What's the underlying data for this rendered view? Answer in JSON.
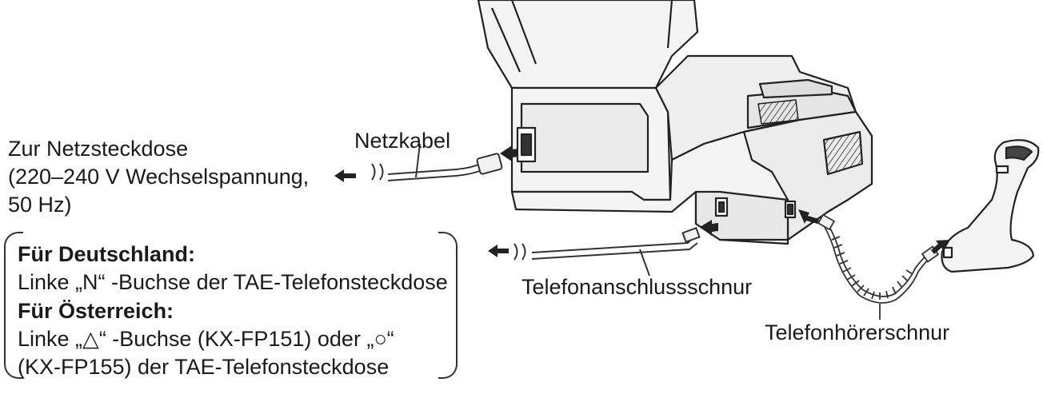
{
  "labels": {
    "power_outlet": [
      "Zur Netzsteckdose",
      "(220–240 V Wechselspannung,",
      "50 Hz)"
    ],
    "power_cord": "Netzkabel",
    "phone_line_cord": "Telefonanschlussschnur",
    "handset_cord": "Telefonhörerschnur"
  },
  "note": {
    "germany_heading": "Für Deutschland:",
    "germany_text": "Linke „N“ -Buchse der TAE-Telefonsteckdose",
    "austria_heading": "Für Österreich:",
    "austria_line1_a": "Linke „",
    "austria_symbol_triangle": "△",
    "austria_line1_b": "“ -Buchse (KX-FP151) oder „",
    "austria_symbol_circle": "○",
    "austria_line1_c": "“",
    "austria_line2": "(KX-FP155) der TAE-Telefonsteckdose"
  },
  "colors": {
    "ink": "#1a1a1a",
    "line": "#333333",
    "device_fill": "#f4f4f4",
    "shade": "#cfcfcf"
  }
}
